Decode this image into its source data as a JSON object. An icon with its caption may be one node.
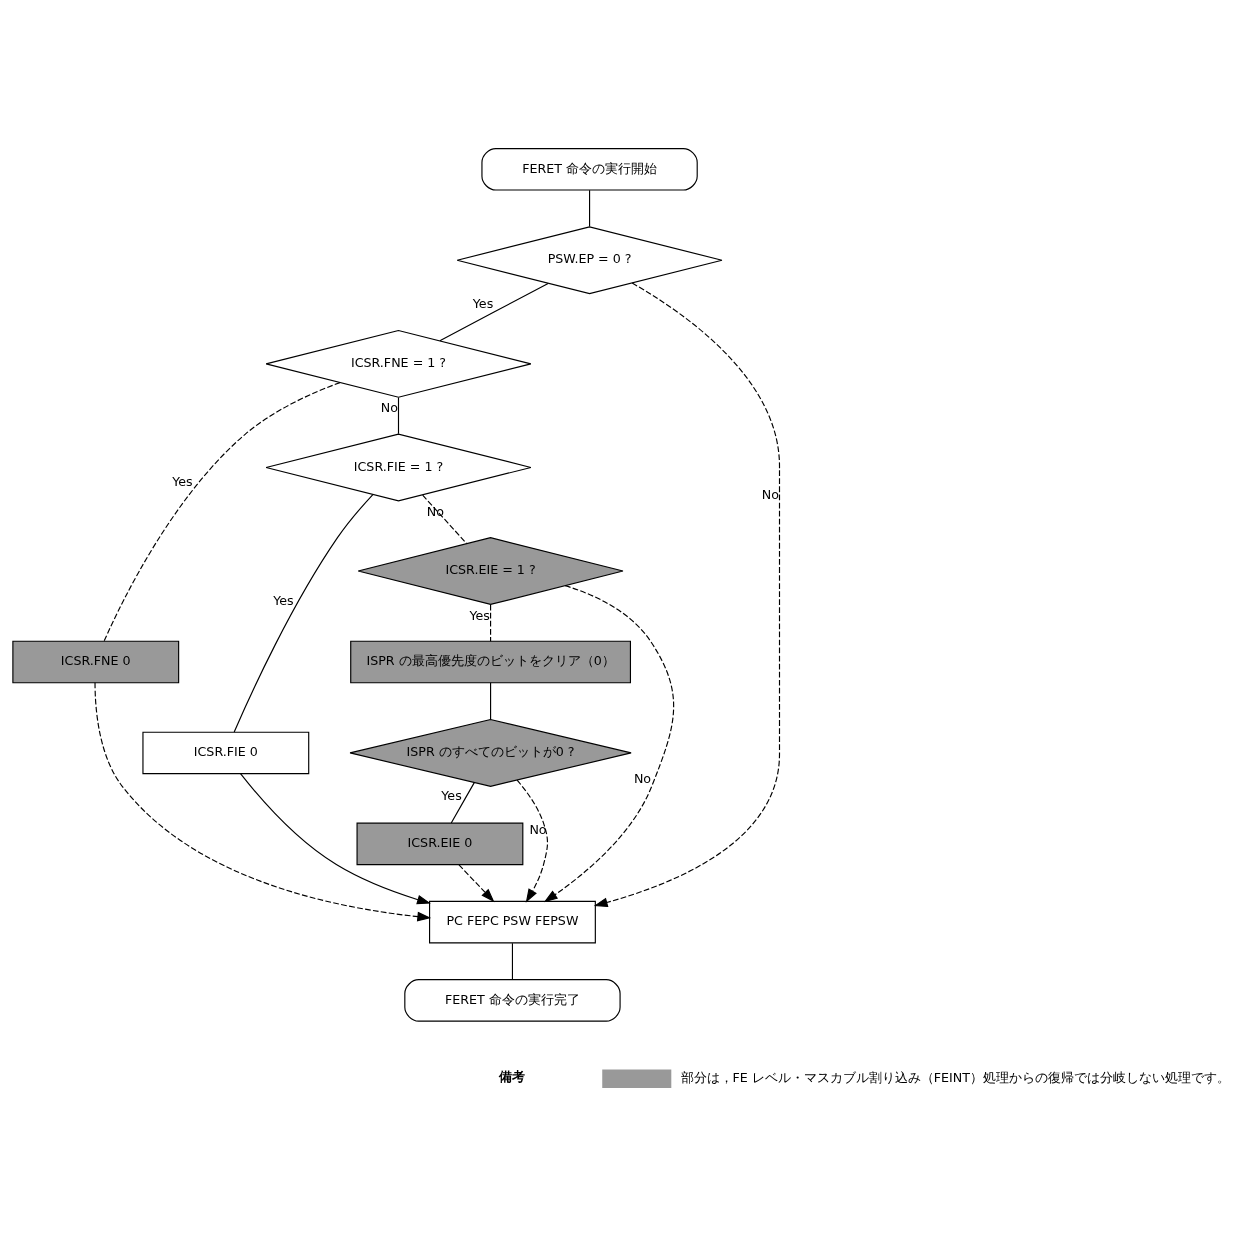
{
  "diagram": {
    "nodes": [
      {
        "text": [
          "FERET 命令の実行開始"
        ]
      },
      {
        "text": [
          "PSW.EP = 0 ?"
        ]
      },
      {
        "text": [
          "ICSR.FNE = 1 ?"
        ]
      },
      {
        "text": [
          "ICSR.FNE 0"
        ]
      },
      {
        "text": [
          "ICSR.FIE = 1 ?"
        ]
      },
      {
        "text": [
          "ICSR.FIE 0"
        ]
      },
      {
        "text": [
          "ICSR.EIE = 1 ?"
        ]
      },
      {
        "text": [
          "ISPR の最高優先度のビットをクリア（0）"
        ]
      },
      {
        "text": [
          "ISPR のすべてのビットが0 ?"
        ]
      },
      {
        "text": [
          "ICSR.EIE 0"
        ]
      },
      {
        "text": [
          "PC FEPC PSW FEPSW"
        ]
      },
      {
        "text": [
          "FERET 命令の実行完了"
        ]
      }
    ],
    "edges": [
      {
        "from": 0,
        "to": 1,
        "arrow": "none"
      },
      {
        "from": 1,
        "to": 2,
        "arrow": "none",
        "label": "Yes"
      },
      {
        "from": 1,
        "to": 10,
        "arrow": "to",
        "label": "No",
        "style": "dashed"
      },
      {
        "from": 2,
        "to": 3,
        "arrow": "none",
        "label": "Yes",
        "style": "dashed"
      },
      {
        "from": 3,
        "to": 10,
        "arrow": "to",
        "style": "dashed"
      },
      {
        "from": 2,
        "to": 4,
        "arrow": "none",
        "label": "No"
      },
      {
        "from": 4,
        "to": 5,
        "arrow": "none",
        "label": "Yes"
      },
      {
        "from": 5,
        "to": 10,
        "arrow": "to"
      },
      {
        "from": 4,
        "to": 6,
        "arrow": "none",
        "label": "No",
        "style": "dashed"
      },
      {
        "from": 6,
        "to": 7,
        "arrow": "none",
        "label": "Yes",
        "style": "dashed"
      },
      {
        "from": 6,
        "to": 10,
        "arrow": "to",
        "label": "No",
        "style": "dashed"
      },
      {
        "from": 7,
        "to": 8,
        "arrow": "none"
      },
      {
        "from": 8,
        "to": 9,
        "arrow": "none",
        "label": "Yes"
      },
      {
        "from": 8,
        "to": 10,
        "arrow": "to",
        "label": "No",
        "style": "dashed"
      },
      {
        "from": 9,
        "to": 10,
        "arrow": "to",
        "style": "dashed"
      },
      {
        "from": 10,
        "to": 11,
        "arrow": "none"
      }
    ],
    "labels": [
      "備考"
    ],
    "legend": [
      {
        "text": "部分は，FE レベル・マスカブル割り込み（FEINT）処理からの復帰では分岐しない処理です。",
        "color": "#999999"
      }
    ]
  }
}
